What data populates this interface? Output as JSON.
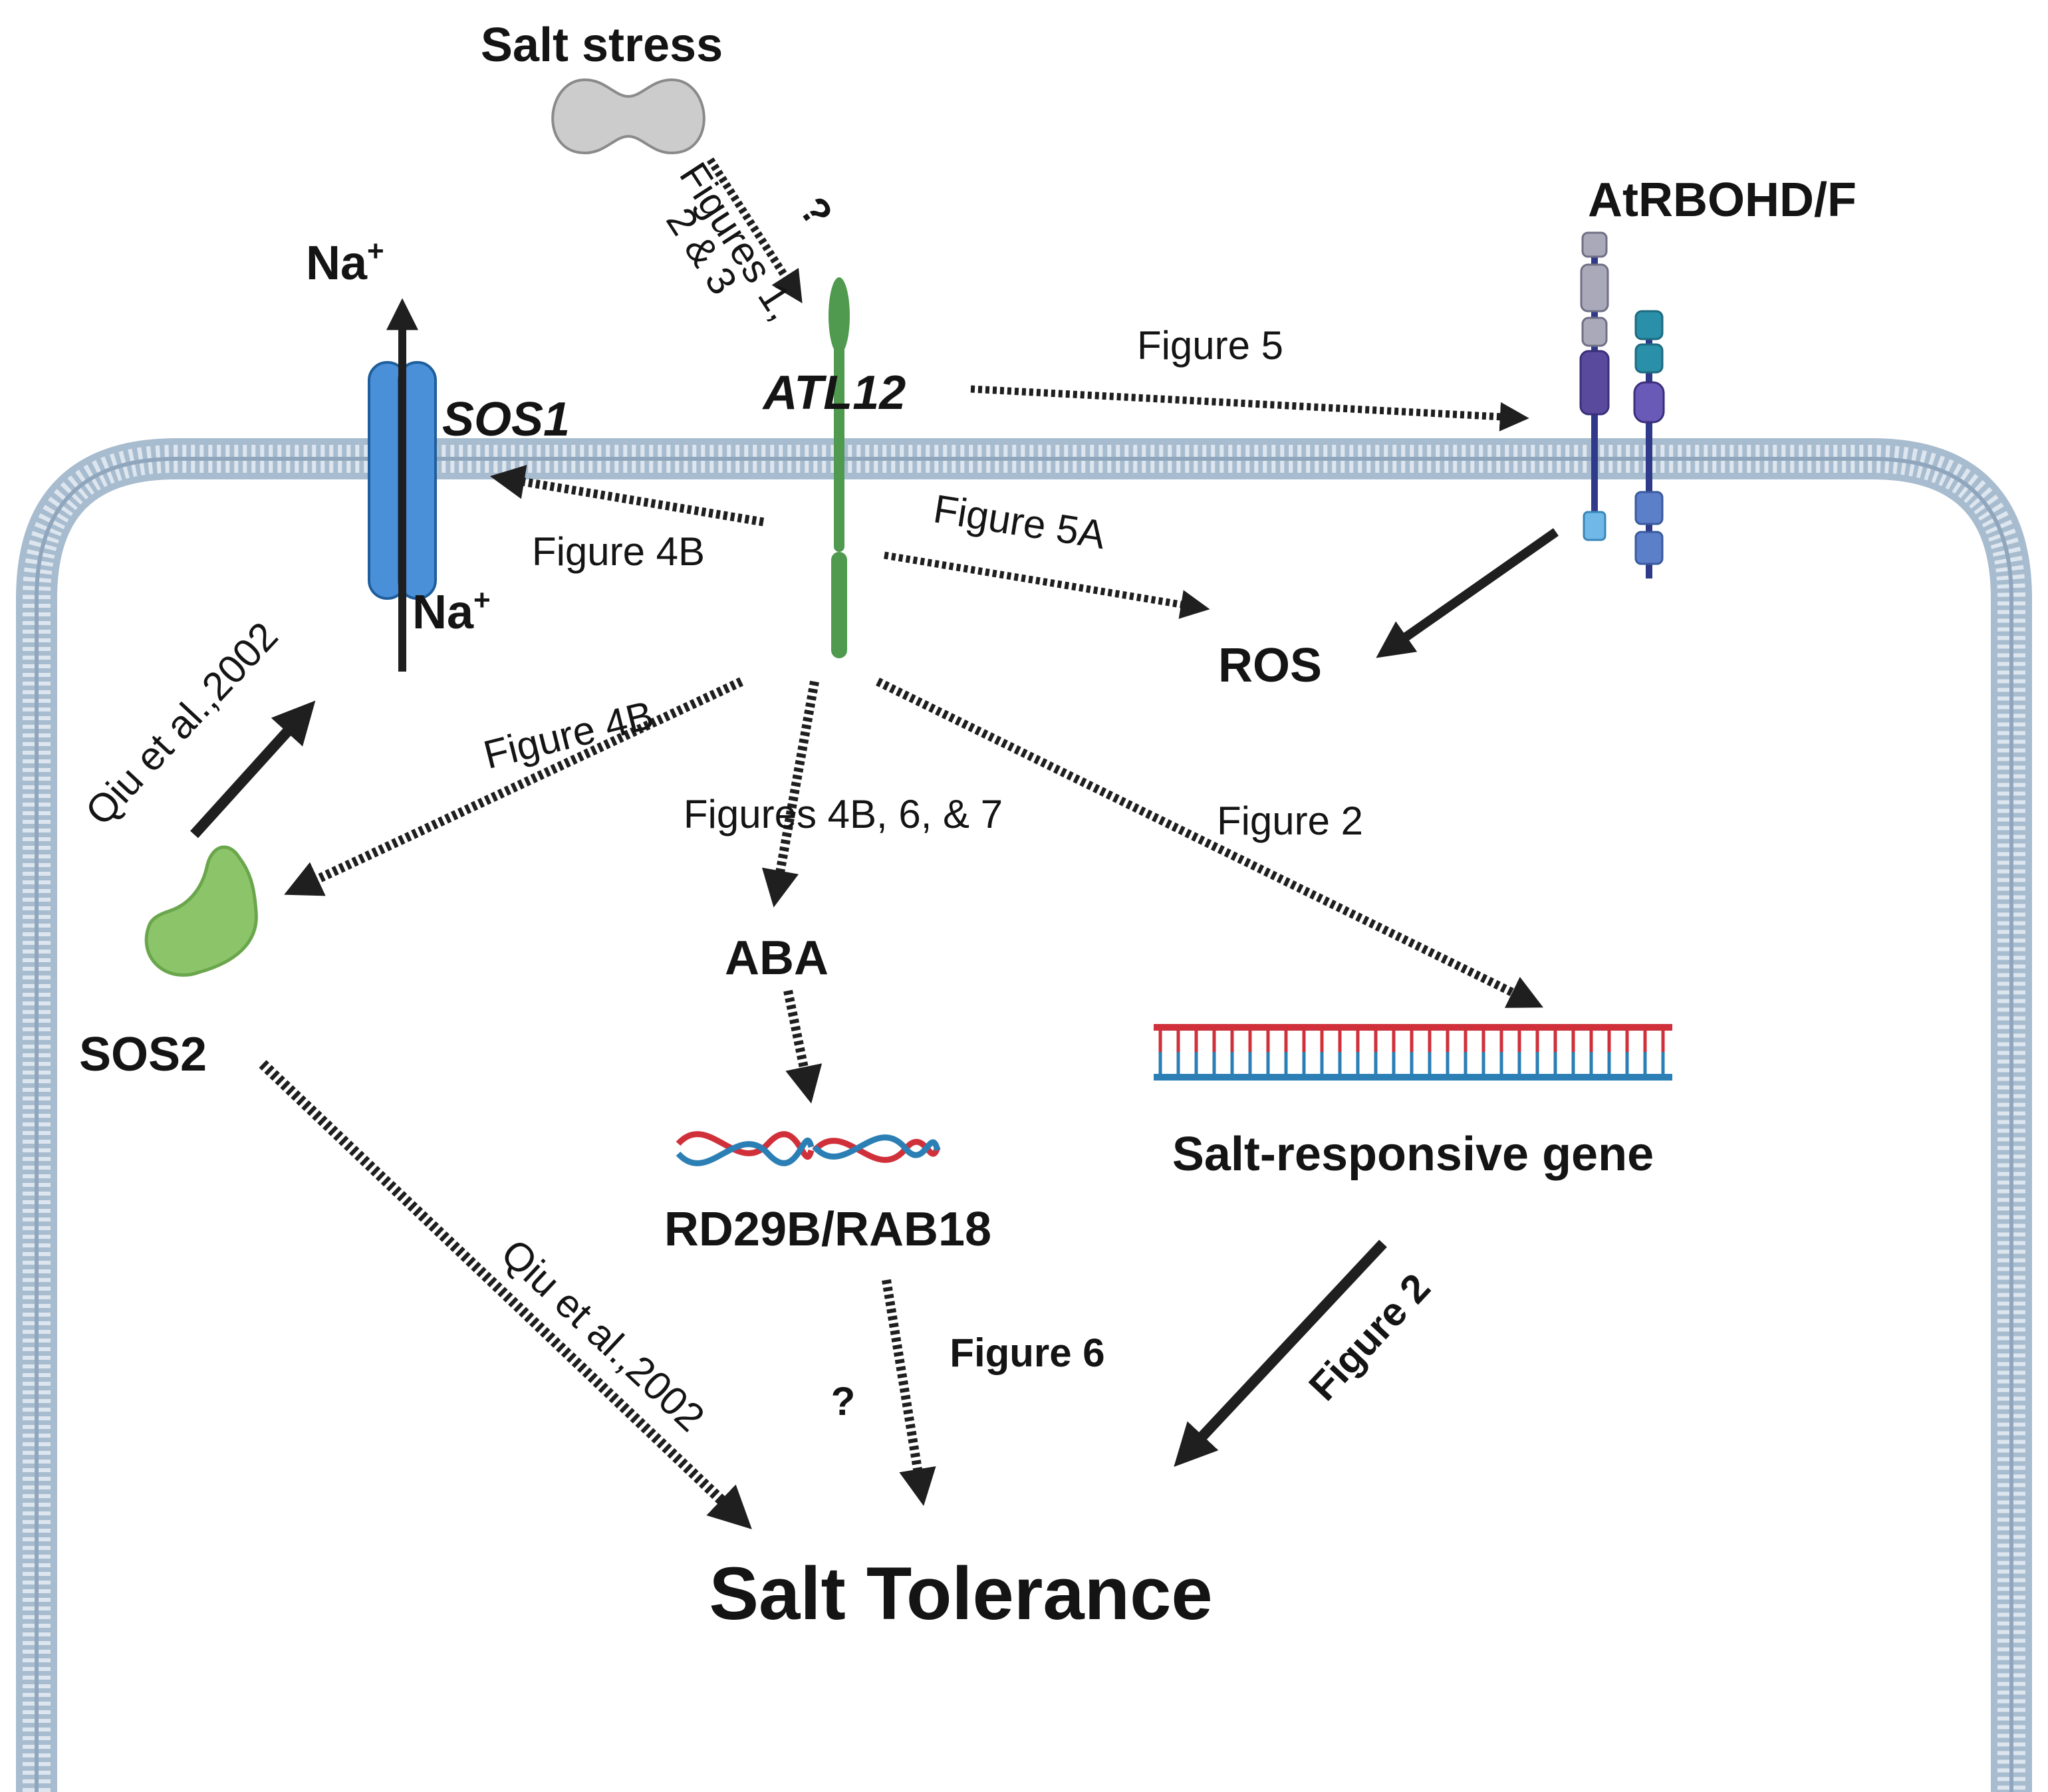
{
  "nodes": {
    "salt_stress": "Salt stress",
    "atl12": "ATL12",
    "sos1": "SOS1",
    "na_out": "Na",
    "na_in": "Na",
    "na_sup": "+",
    "atrbohd": "AtRBOHD/F",
    "ros": "ROS",
    "sos2": "SOS2",
    "aba": "ABA",
    "rd29b": "RD29B/RAB18",
    "salt_gene": "Salt-responsive gene",
    "salt_tolerance": "Salt Tolerance"
  },
  "edges": {
    "stress_q": "?",
    "stress_fig_line1": "Figures 1,",
    "stress_fig_line2": "2 & 3",
    "fig5": "Figure 5",
    "fig4b_sos1": "Figure 4B",
    "fig5a": "Figure 5A",
    "qiu_sos1": "Qiu et al.,2002",
    "fig4b_sos2": "Figure 4B",
    "fig_aba": "Figures 4B, 6, & 7",
    "fig2_gene": "Figure 2",
    "qiu_tol": "Qiu et al.,2002",
    "fig6": "Figure 6",
    "rd_q": "?",
    "fig2_tol": "Figure 2"
  },
  "colors": {
    "membrane": "#9fb3c8",
    "membrane_inner": "#c9d6e3",
    "sos1": "#4a90d9",
    "atl12": "#4f9a4f",
    "sos2": "#8cc46a",
    "stress": "#cccccc",
    "rboh_grey": "#a9a9b9",
    "rboh_purple": "#5a4a9e",
    "rboh_teal": "#2a8fa8",
    "rboh_blue": "#5b7fc8",
    "dna_red": "#d0303a",
    "dna_blue": "#2b7fb5",
    "arrow": "#1f1f1f"
  }
}
